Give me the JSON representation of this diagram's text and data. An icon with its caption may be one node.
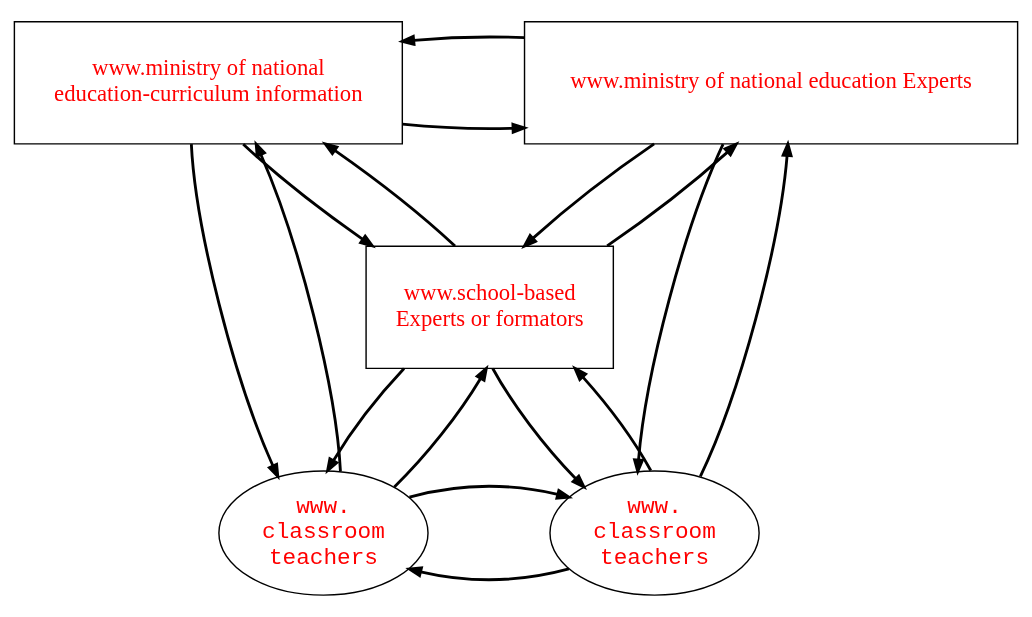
{
  "diagram": {
    "nodes": [
      {
        "text": [
          "www.ministry of national education-curriculum information"
        ]
      },
      {
        "text": [
          "www.ministry of national education Experts"
        ]
      },
      {
        "text": [
          "www.school-based Experts or formators"
        ]
      },
      {
        "text": [
          "www. classroom teachers"
        ]
      },
      {
        "text": [
          "www. classroom teachers"
        ]
      }
    ],
    "edges": [
      {
        "from": 0,
        "to": 1,
        "arrow": "to"
      },
      {
        "from": 1,
        "to": 0,
        "arrow": "to"
      },
      {
        "from": 0,
        "to": 2,
        "arrow": "to"
      },
      {
        "from": 2,
        "to": 0,
        "arrow": "to"
      },
      {
        "from": 1,
        "to": 2,
        "arrow": "to"
      },
      {
        "from": 2,
        "to": 1,
        "arrow": "to"
      },
      {
        "from": 0,
        "to": 3,
        "arrow": "to"
      },
      {
        "from": 3,
        "to": 0,
        "arrow": "to"
      },
      {
        "from": 4,
        "to": 1,
        "arrow": "to"
      },
      {
        "from": 1,
        "to": 4,
        "arrow": "to"
      },
      {
        "from": 3,
        "to": 2,
        "arrow": "to"
      },
      {
        "from": 2,
        "to": 3,
        "arrow": "to"
      },
      {
        "from": 2,
        "to": 4,
        "arrow": "to"
      },
      {
        "from": 4,
        "to": 2,
        "arrow": "to"
      },
      {
        "from": 4,
        "to": 3,
        "arrow": "to"
      },
      {
        "from": 3,
        "to": 4,
        "arrow": "to"
      }
    ]
  }
}
